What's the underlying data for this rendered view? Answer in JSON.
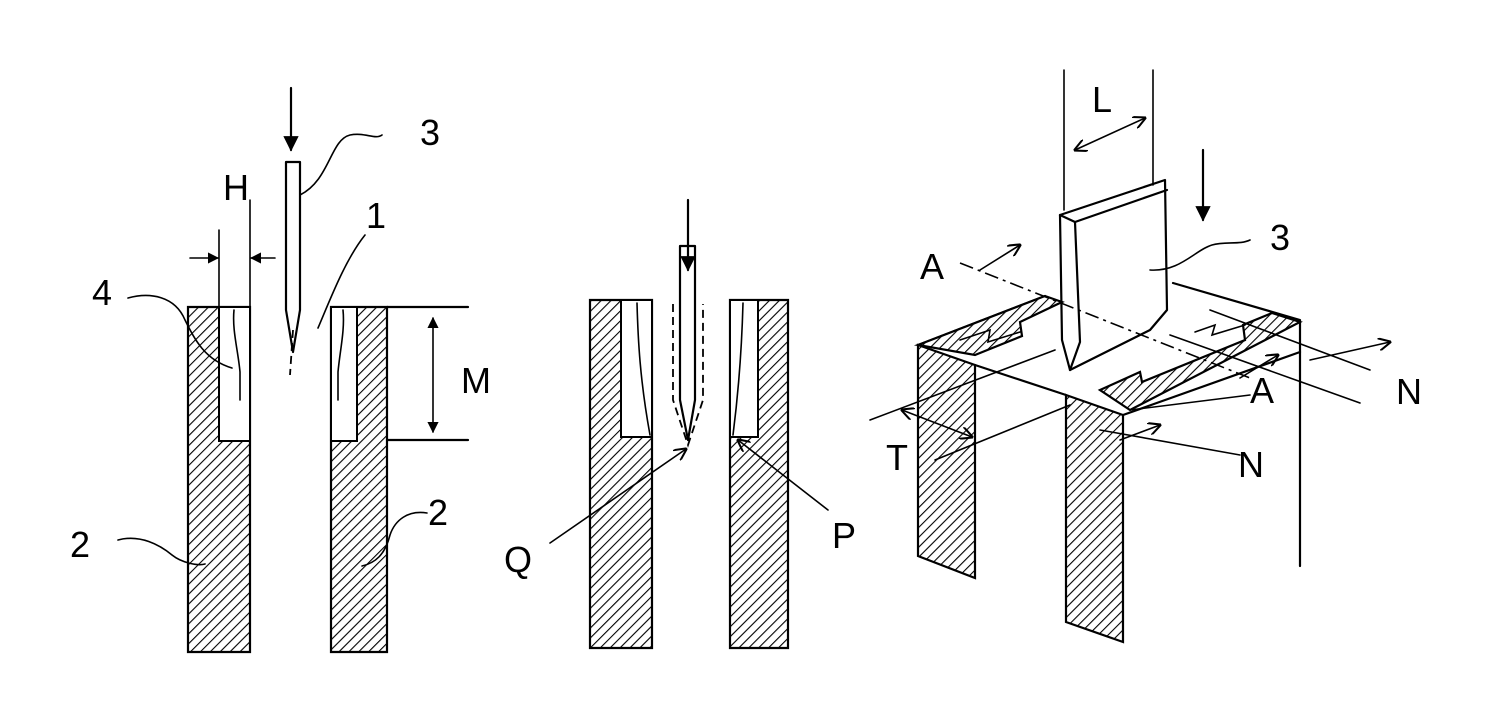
{
  "labels": {
    "fig1": {
      "needle_ref": "3",
      "gap_dim": "H",
      "slit_ref": "1",
      "wall_ref": "4",
      "depth_dim": "M",
      "base_left_ref": "2",
      "base_right_ref": "2"
    },
    "fig2": {
      "point_left": "Q",
      "point_right": "P"
    },
    "fig3": {
      "length_dim": "L",
      "blade_ref": "3",
      "section_left": "A",
      "section_right": "A",
      "thickness_dim": "T",
      "width_dim_upper": "N",
      "width_dim_lower": "N"
    }
  }
}
